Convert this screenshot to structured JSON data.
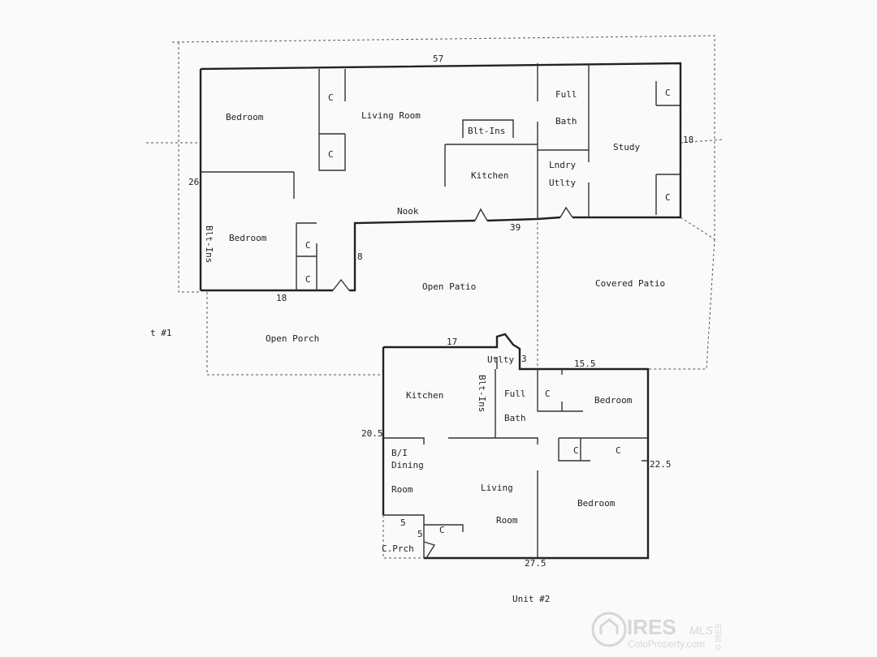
{
  "unit1": {
    "label": "t #1",
    "dimensions": {
      "top": "57",
      "left": "26",
      "right": "18",
      "bottom_left": "18",
      "step": "8",
      "mid": "39"
    },
    "rooms": {
      "bedroom_top": "Bedroom",
      "living_room": "Living Room",
      "blt_ins_top": "Blt-Ins",
      "full": "Full",
      "bath": "Bath",
      "study": "Study",
      "kitchen": "Kitchen",
      "lndry": "Lndry",
      "utlty": "Utlty",
      "nook": "Nook",
      "bedroom_bottom": "Bedroom",
      "blt_ins_vertical": "Blt-Ins",
      "open_patio": "Open Patio",
      "covered_patio": "Covered Patio",
      "open_porch": "Open Porch",
      "closet": "C"
    }
  },
  "unit2": {
    "label": "Unit #2",
    "dimensions": {
      "top": "17",
      "utility": "3",
      "top_right": "15.5",
      "left": "20.5",
      "right": "22.5",
      "bottom": "27.5",
      "porch_w": "5",
      "porch_h": "5"
    },
    "rooms": {
      "utlty": "Utlty",
      "kitchen": "Kitchen",
      "blt_ins": "Blt-Ins",
      "full": "Full",
      "bath": "Bath",
      "bedroom_top": "Bedroom",
      "bi": "B/I",
      "dining": "Dining",
      "room": "Room",
      "living": "Living",
      "living_room": "Room",
      "bedroom_bottom": "Bedroom",
      "c_prch": "C.Prch",
      "closet": "C"
    }
  },
  "watermark": {
    "brand": "IRES",
    "mls": "MLS",
    "site": "ColoProperty.com",
    "copyright": "© IRES"
  }
}
